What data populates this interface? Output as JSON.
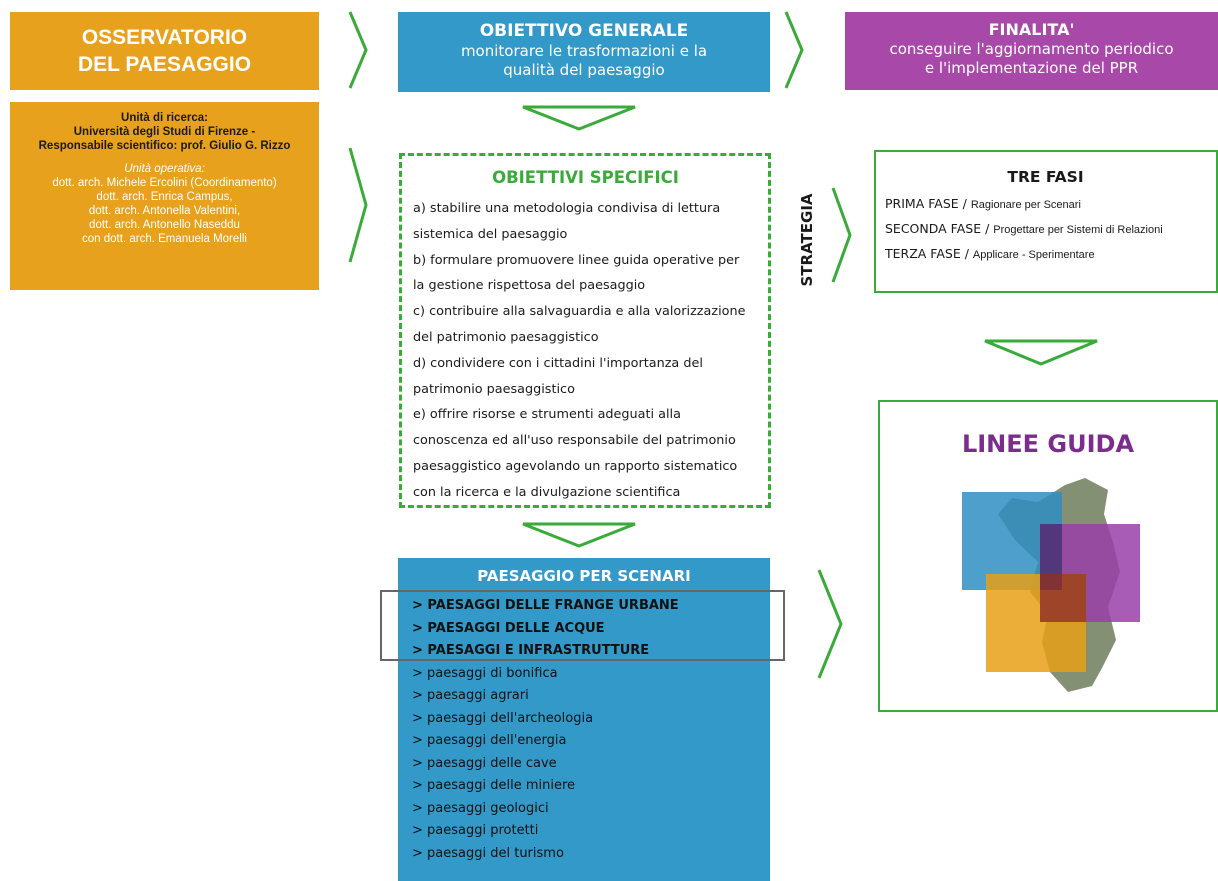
{
  "osservatorio": {
    "line1": "OSSERVATORIO",
    "line2": "DEL PAESAGGIO"
  },
  "unita": {
    "title": "Unità di ricerca:",
    "university": "Università degli Studi di Firenze -",
    "responsabile": "Responsabile scientifico: prof. Giulio G. Rizzo",
    "operativa_label": "Unità operativa:",
    "members": [
      "dott. arch. Michele Ercolini (Coordinamento)",
      "dott. arch. Enrica Campus,",
      "dott. arch. Antonella Valentini,",
      "dott. arch. Antonello Naseddu",
      "con dott. arch. Emanuela Morelli"
    ]
  },
  "obiettivo_generale": {
    "title": "OBIETTIVO GENERALE",
    "line1": "monitorare le trasformazioni e la",
    "line2": "qualità del paesaggio"
  },
  "finalita": {
    "title": "FINALITA'",
    "line1": "conseguire l'aggiornamento periodico",
    "line2": "e l'implementazione del PPR"
  },
  "obiettivi_specifici": {
    "title": "OBIETTIVI SPECIFICI",
    "lines": [
      "a) stabilire una metodologia condivisa di lettura",
      "sistemica del paesaggio",
      "b) formulare promuovere linee guida operative per",
      "la gestione rispettosa del  paesaggio",
      "c) contribuire alla salvaguardia e alla valorizzazione",
      "del patrimonio paesaggistico",
      "d) condividere con i cittadini l'importanza del",
      "patrimonio paesaggistico",
      "e) offrire risorse e strumenti adeguati alla",
      "conoscenza ed all'uso responsabile del patrimonio",
      "paesaggistico agevolando un rapporto sistematico",
      "con la ricerca e la divulgazione scientifica"
    ]
  },
  "strategia": "STRATEGIA",
  "tre_fasi": {
    "title": "TRE FASI",
    "phases": [
      {
        "name": "PRIMA FASE",
        "desc": "Ragionare per Scenari"
      },
      {
        "name": "SECONDA FASE",
        "desc": "Progettare per Sistemi di Relazioni"
      },
      {
        "name": "TERZA FASE",
        "desc": "Applicare - Sperimentare"
      }
    ]
  },
  "linee_guida": {
    "title": "LINEE GUIDA"
  },
  "scenari": {
    "title": "PAESAGGIO PER SCENARI",
    "highlighted": [
      "> PAESAGGI DELLE FRANGE URBANE",
      "> PAESAGGI DELLE ACQUE",
      "> PAESAGGI E INFRASTRUTTURE"
    ],
    "items": [
      "> paesaggi di bonifica",
      "> paesaggi agrari",
      "> paesaggi dell'archeologia",
      "> paesaggi dell'energia",
      "> paesaggi delle cave",
      "> paesaggi delle miniere",
      "> paesaggi geologici",
      "> paesaggi protetti",
      "> paesaggi del turismo"
    ]
  },
  "colors": {
    "orange": "#e8a11c",
    "blue": "#3399c9",
    "purple": "#a848a8",
    "green": "#3aab3a",
    "title_purple": "#7b2d8e"
  }
}
